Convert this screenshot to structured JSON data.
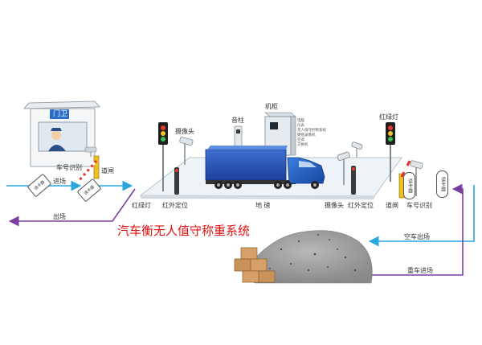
{
  "title": "汽车衡无人值守称重系统",
  "booth": {
    "label": "门卫"
  },
  "labels": {
    "vehicle_id_left": "车号识别",
    "barrier_left": "道闸",
    "enter": "进场",
    "exit": "出场",
    "camera_top": "摄像头",
    "column": "音柱",
    "cabinet": "机柜",
    "traffic_light_top": "红绿灯",
    "traffic_light_left": "红绿灯",
    "ir_left": "红外定位",
    "scale": "地  磅",
    "camera_right": "摄像头",
    "ir_right": "红外定位",
    "barrier_right": "道闸",
    "vehicle_id_right": "车号识别",
    "empty_exit": "空车出场",
    "loaded_enter": "重车进场"
  },
  "cabinet_items": [
    "电脑",
    "仪表",
    "无人值守控制系统",
    "硬盘录像机",
    "空调",
    "交换机"
  ],
  "card_tags": [
    "读卡器",
    "读卡器"
  ],
  "signs": [
    "读卡器",
    "读卡器"
  ],
  "colors": {
    "arrow_blue": "#2aa6dc",
    "arrow_purple": "#7b3f9e",
    "title_red": "#e01010"
  }
}
